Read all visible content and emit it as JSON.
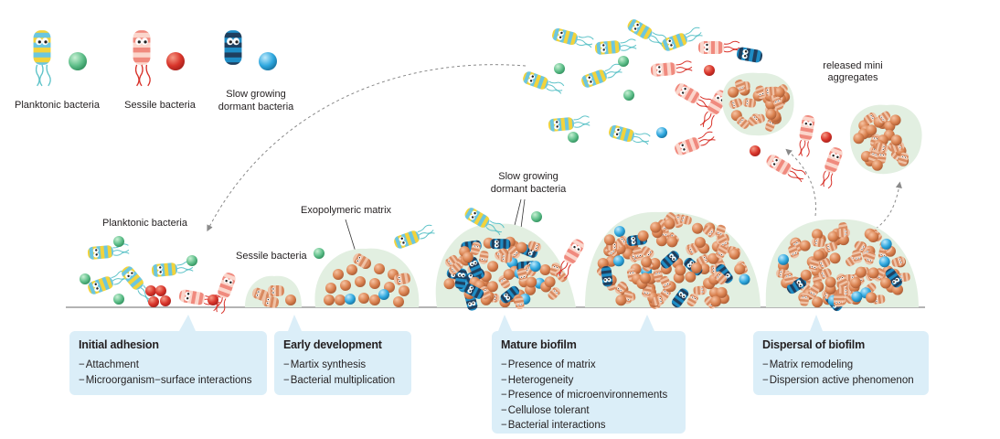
{
  "legend": {
    "items": [
      {
        "label": "Planktonic bacteria"
      },
      {
        "label": "Sessile bacteria"
      },
      {
        "label": "Slow growing dormant bacteria"
      }
    ]
  },
  "labels": {
    "planktonic": "Planktonic bacteria",
    "sessile": "Sessile bacteria",
    "exopolymeric": "Exopolymeric matrix",
    "slow_growing": "Slow growing dormant bacteria",
    "released": "released mini aggregates"
  },
  "stages": [
    {
      "title": "Initial adhesion",
      "items": [
        "Attachment",
        "Microorganism−surface interactions"
      ]
    },
    {
      "title": "Early development",
      "items": [
        "Martix synthesis",
        "Bacterial multiplication"
      ]
    },
    {
      "title": "Mature biofilm",
      "items": [
        "Presence of matrix",
        "Heterogeneity",
        "Presence of microenvironnements",
        "Cellulose tolerant",
        "Bacterial interactions"
      ]
    },
    {
      "title": "Dispersal of biofilm",
      "items": [
        "Matrix remodeling",
        "Dispersion active phenomenon"
      ]
    }
  ],
  "colors": {
    "planktonic_yellow": "#f2d33c",
    "planktonic_blue": "#6cc6df",
    "planktonic_cilia": "#5ec3c8",
    "sessile_body": "#f08a7e",
    "sessile_stripe": "#fbd6cc",
    "sessile_ball": "#d8322a",
    "dormant_blue": "#1e8cc4",
    "dormant_stripe": "#1f3f5e",
    "dormant_ball": "#2fa8df",
    "green_ball": "#74c69a",
    "matrix": "#e2efe1",
    "aggregate_cell": "#d98a60",
    "aggregate_stripe": "#efc2a6",
    "box_bg": "#dbeef8",
    "legend_bg": "#fbeee0"
  }
}
